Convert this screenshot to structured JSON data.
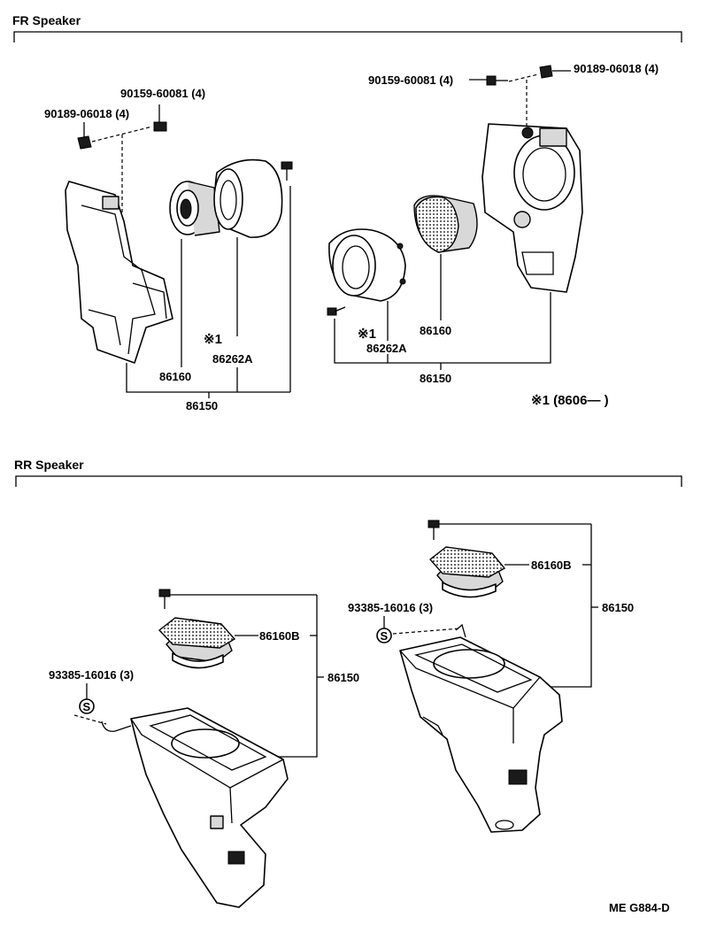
{
  "sections": {
    "front": {
      "title": "FR Speaker"
    },
    "rear": {
      "title": "RR Speaker"
    }
  },
  "front_left": {
    "screw_label": "90159-60081 (4)",
    "nut_label": "90189-06018 (4)",
    "speaker_label": "86160",
    "note_mark": "※1",
    "cover_label": "86262A",
    "assembly_label": "86150"
  },
  "front_right": {
    "screw_label": "90159-60081 (4)",
    "nut_label": "90189-06018 (4)",
    "speaker_label": "86160",
    "note_mark": "※1",
    "cover_label": "86262A",
    "assembly_label": "86150"
  },
  "footnote": "※1 (8606—        )",
  "rear_left": {
    "speaker_label": "86160B",
    "assembly_label": "86150",
    "clip_label": "93385-16016 (3)",
    "clip_symbol": "S"
  },
  "rear_right": {
    "speaker_label": "86160B",
    "assembly_label": "86150",
    "clip_label": "93385-16016 (3)",
    "clip_symbol": "S"
  },
  "figure_code": "ME  G884-D"
}
